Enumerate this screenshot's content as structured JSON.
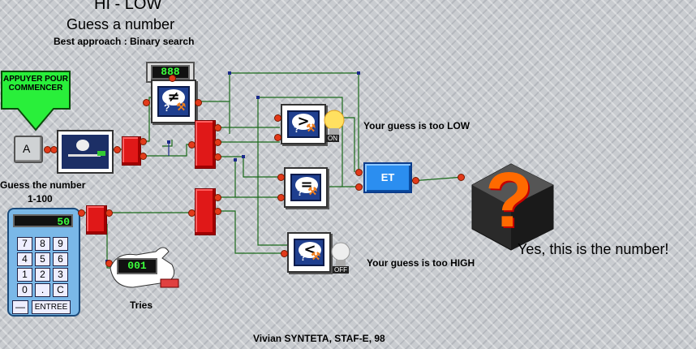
{
  "title": "HI - LOW",
  "subtitle": "Guess a number",
  "hint": "Best approach : Binary search",
  "start_button": "APPUYER POUR COMMENCER",
  "a_key": "A",
  "guess_label": "Guess the number",
  "range_label": "1-100",
  "display_value": "50",
  "keypad_keys": [
    "7",
    "8",
    "9",
    "4",
    "5",
    "6",
    "1",
    "2",
    "3",
    "0",
    ".",
    "C"
  ],
  "keypad_minus": "—",
  "keypad_enter": "ENTREE",
  "top_counter": "888",
  "tries_counter": "001",
  "tries_label": "Tries",
  "gate_neq": "≠",
  "gate_gt": ">",
  "gate_eq": "=",
  "gate_lt": "<",
  "and_gate": "ET",
  "bulb_on_label": "ON",
  "bulb_off_label": "OFF",
  "low_msg": "Your guess is too LOW",
  "high_msg": "Your guess is too HIGH",
  "result_msg": "Yes, this is the number!",
  "credit": "Vivian SYNTETA, STAF-E, 98",
  "question_mark": "?",
  "colors": {
    "wire": "#1a6a1a",
    "wire_blue": "#1a2a8a",
    "red_block": "#e01818",
    "start_green": "#29ef3a",
    "lcd_green": "#3cff3c",
    "cube_orange": "#ff6a00"
  }
}
